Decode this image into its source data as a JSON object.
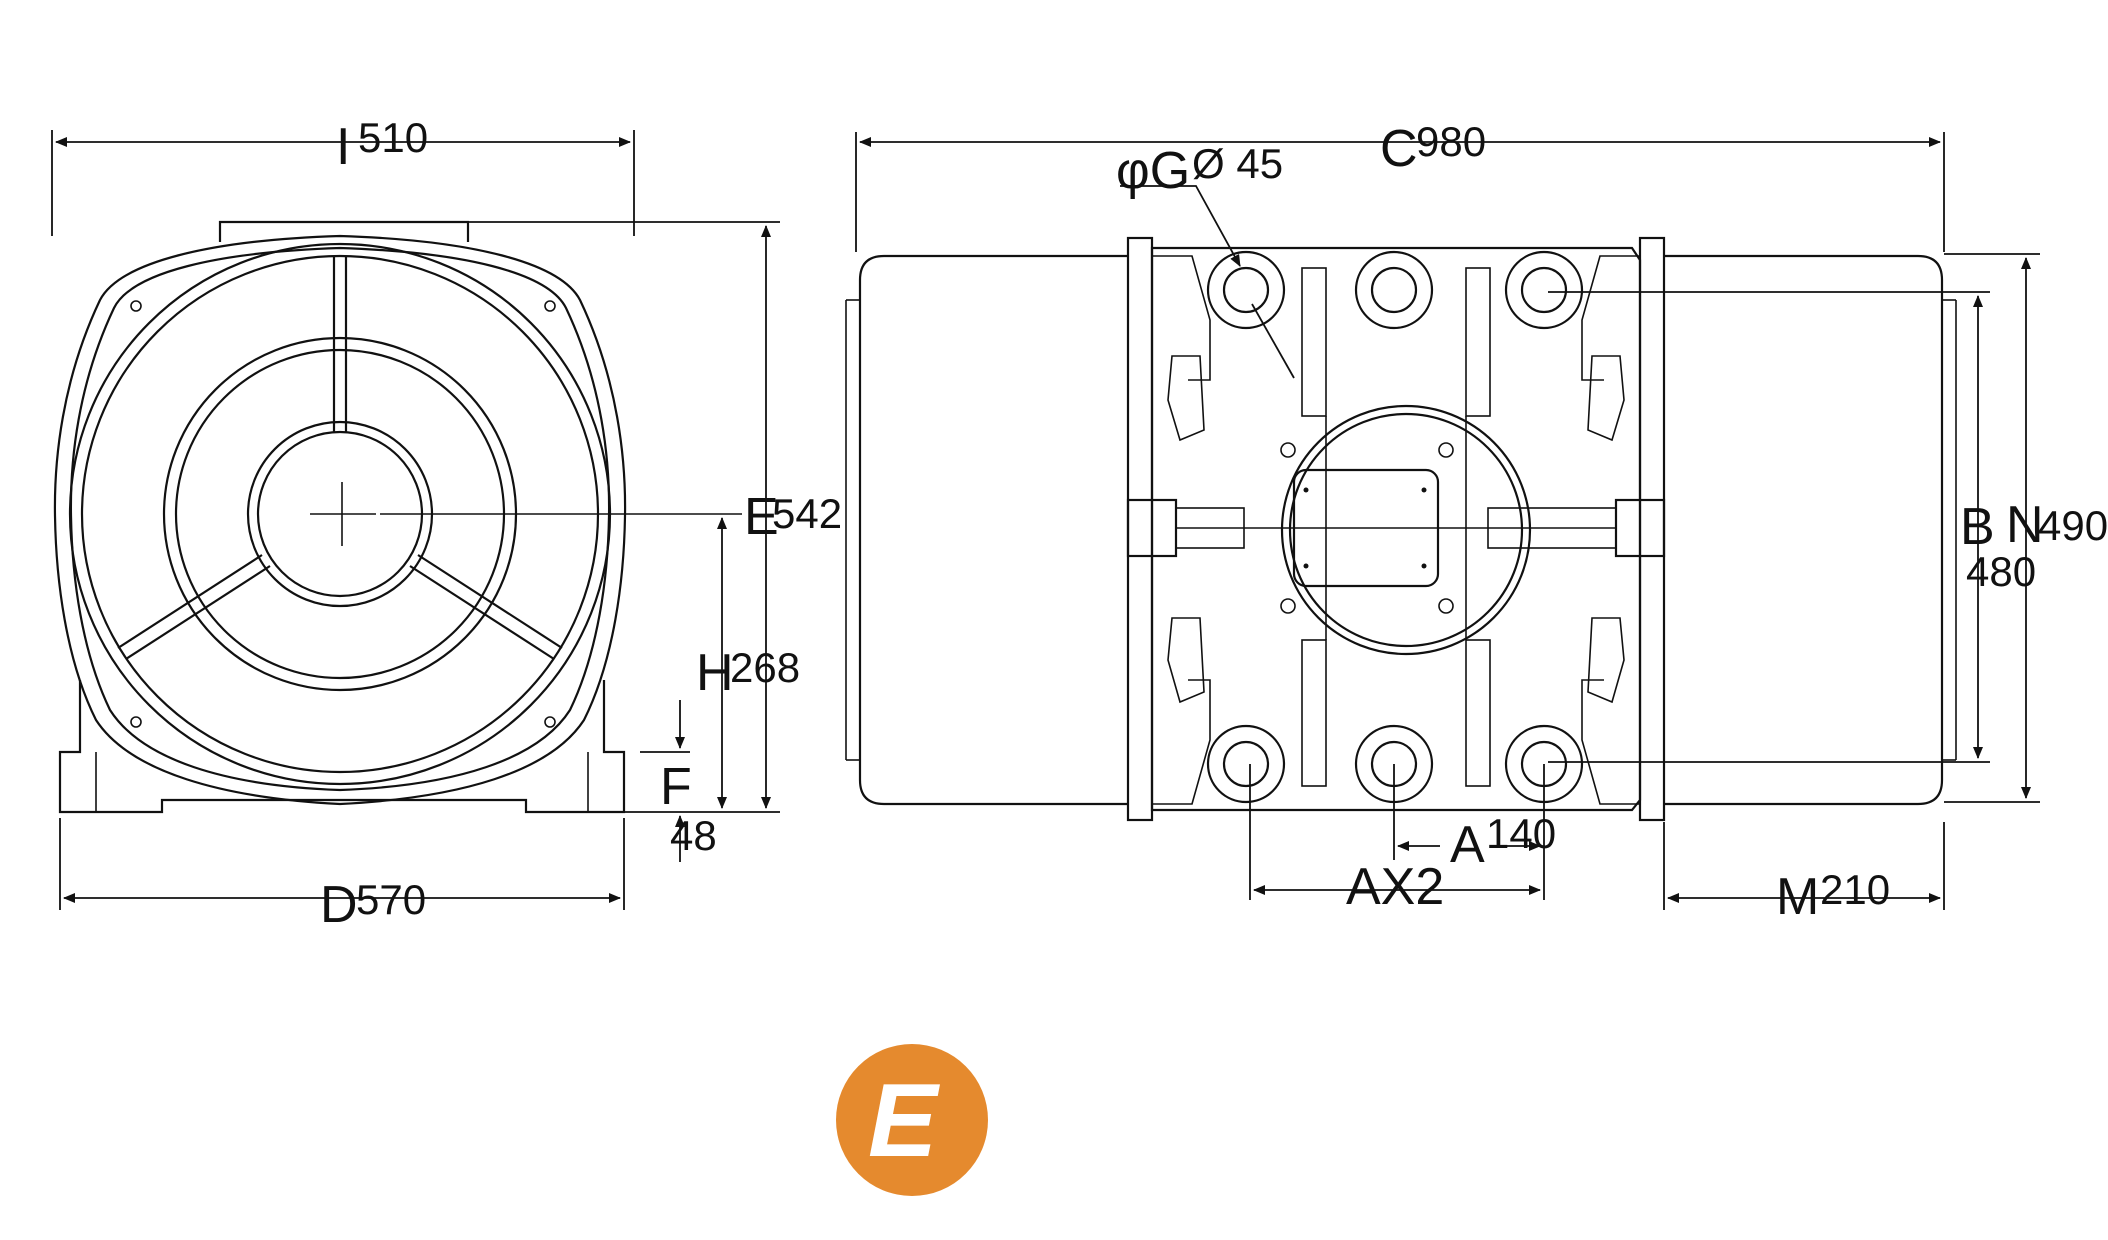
{
  "front_view": {
    "I": {
      "letter": "I",
      "value": "510"
    },
    "E": {
      "letter": "E",
      "value": "542"
    },
    "H": {
      "letter": "H",
      "value": "268"
    },
    "F": {
      "letter": "F",
      "value": "48"
    },
    "D": {
      "letter": "D",
      "value": "570"
    }
  },
  "side_view": {
    "C": {
      "letter": "C",
      "value": "980"
    },
    "G": {
      "letter": "φG",
      "value": "Ø 45"
    },
    "B": {
      "letter": "B",
      "value": "480"
    },
    "N": {
      "letter": "N",
      "value": "490"
    },
    "A": {
      "letter": "A",
      "value": "140"
    },
    "AX2": {
      "letter": "AX2"
    },
    "M": {
      "letter": "M",
      "value": "210"
    }
  },
  "logo": {
    "letter": "E",
    "color": "#E58A2E"
  }
}
